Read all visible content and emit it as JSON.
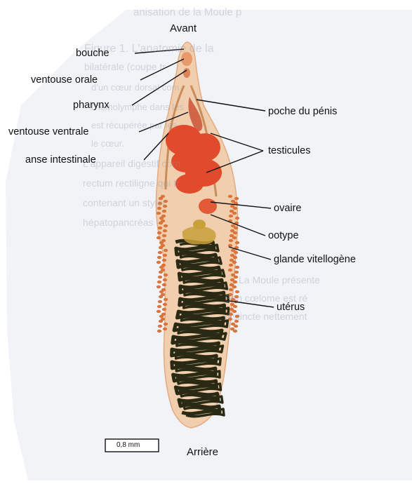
{
  "colors": {
    "paper": "#f2f3f7",
    "body_fill": "#f1cfae",
    "testis": "#e14a2a",
    "uterus": "#2a2a14",
    "vitelline": "#d9743c",
    "leader": "#111111"
  },
  "labels": {
    "top": "Avant",
    "bottom": "Arrière",
    "left": [
      "bouche",
      "ventouse orale",
      "pharynx",
      "ventouse ventrale",
      "anse intestinale"
    ],
    "right": [
      "poche du pénis",
      "testicules",
      "ovaire",
      "ootype",
      "glande vitellogène",
      "utérus"
    ]
  },
  "scale_bar": {
    "text": "0,8 mm"
  },
  "background_print": [
    "anisation de la Moule p",
    "Figure 1. L'anatomie de la",
    "bilatérale (coupe tr",
    "d'un cœur dorsal com",
    "l'hémolymphe dans les",
    "est récupérée par les",
    "le cœur.",
    "L'appareil digestif com",
    "rectum rectiligne qui tr",
    "contenant un stylet",
    "hépatopancréas",
    "La Moule présente",
    "Son cœlome est ré",
    "distincte nettement"
  ]
}
